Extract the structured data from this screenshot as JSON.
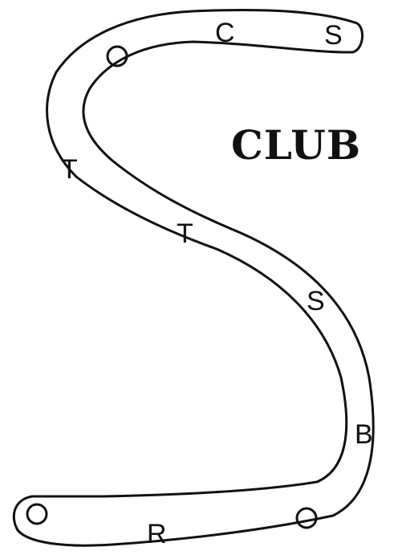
{
  "logo": {
    "title": "CLUB",
    "track_letters": [
      "C",
      "S",
      "T",
      "T",
      "S",
      "B",
      "R"
    ],
    "colors": {
      "ink": "#111111",
      "background": "#ffffff"
    }
  }
}
